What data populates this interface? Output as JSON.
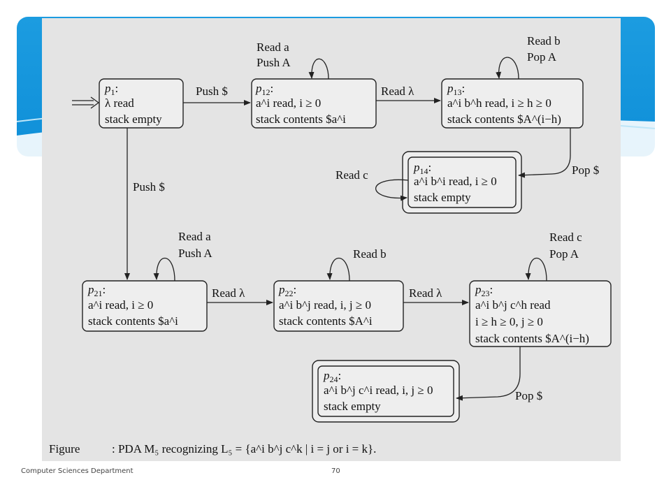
{
  "slide": {
    "footer_dept": "Computer Sciences Department",
    "page_number": "70",
    "colors": {
      "banner": "#1c9ce0",
      "figure_bg": "#e4e4e4",
      "box_fill": "#eeeeee"
    }
  },
  "diagram": {
    "states": {
      "p1": {
        "name": "p",
        "sub": "1",
        "lines": [
          "λ read",
          "stack empty"
        ],
        "accepting": false,
        "initial": true
      },
      "p12": {
        "name": "p",
        "sub": "12",
        "lines": [
          "a^i read, i ≥ 0",
          "stack contents $a^i"
        ],
        "accepting": false
      },
      "p13": {
        "name": "p",
        "sub": "13",
        "lines": [
          "a^i b^h read, i ≥ h ≥ 0",
          "stack contents $A^(i−h)"
        ],
        "accepting": false
      },
      "p14": {
        "name": "p",
        "sub": "14",
        "lines": [
          "a^i b^i read, i ≥ 0",
          "stack empty"
        ],
        "accepting": true
      },
      "p21": {
        "name": "p",
        "sub": "21",
        "lines": [
          "a^i read, i ≥ 0",
          "stack contents $a^i"
        ],
        "accepting": false
      },
      "p22": {
        "name": "p",
        "sub": "22",
        "lines": [
          "a^i b^j read, i, j ≥ 0",
          "stack contents $A^i"
        ],
        "accepting": false
      },
      "p23": {
        "name": "p",
        "sub": "23",
        "lines": [
          "a^i b^j c^h read",
          "i ≥ h ≥ 0, j ≥ 0",
          "stack contents $A^(i−h)"
        ],
        "accepting": false
      },
      "p24": {
        "name": "p",
        "sub": "24",
        "lines": [
          "a^i b^j c^i read, i, j ≥ 0",
          "stack empty"
        ],
        "accepting": true
      }
    },
    "edges": {
      "p1_p12": "Push $",
      "p12_loop": [
        "Read a",
        "Push A"
      ],
      "p12_p13": "Read λ",
      "p13_loop": [
        "Read b",
        "Pop A"
      ],
      "p13_p14": "Pop $",
      "p14_loop": "Read c",
      "p1_p21": "Push $",
      "p21_loop": [
        "Read a",
        "Push A"
      ],
      "p21_p22": "Read λ",
      "p22_loop": "Read b",
      "p22_p23": "Read λ",
      "p23_loop": [
        "Read c",
        "Pop A"
      ],
      "p23_p24": "Pop $"
    },
    "caption": {
      "label": "Figure",
      "text": ": PDA M₅ recognizing L₅ = {a^i b^j c^k | i = j or i = k}."
    }
  }
}
